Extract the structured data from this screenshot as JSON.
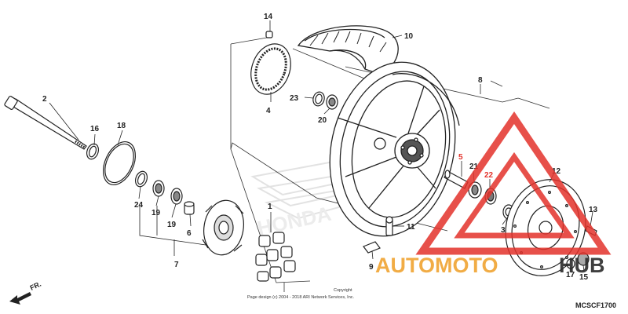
{
  "diagram_code": "MCSCF1700",
  "front_arrow_label": "FR.",
  "copyright": "Page design (c) 2004 - 2018 ARI Network Services, Inc.",
  "copyright_head": "Copyright",
  "watermark": {
    "brand_part1": "AUTOMOTO",
    "brand_part2": "HUB",
    "brand_color": "#f0a431",
    "hub_color": "#2b2b2b",
    "logo_color": "#e3322b"
  },
  "parts": [
    {
      "id": "1",
      "label": "1",
      "highlight": false
    },
    {
      "id": "2",
      "label": "2",
      "highlight": false
    },
    {
      "id": "3",
      "label": "3",
      "highlight": false
    },
    {
      "id": "4",
      "label": "4",
      "highlight": false
    },
    {
      "id": "5",
      "label": "5",
      "highlight": true
    },
    {
      "id": "6",
      "label": "6",
      "highlight": false
    },
    {
      "id": "7",
      "label": "7",
      "highlight": false
    },
    {
      "id": "8",
      "label": "8",
      "highlight": false
    },
    {
      "id": "9",
      "label": "9",
      "highlight": false
    },
    {
      "id": "10",
      "label": "10",
      "highlight": false
    },
    {
      "id": "11",
      "label": "11",
      "highlight": false
    },
    {
      "id": "12",
      "label": "12",
      "highlight": false
    },
    {
      "id": "13",
      "label": "13",
      "highlight": false
    },
    {
      "id": "14",
      "label": "14",
      "highlight": false
    },
    {
      "id": "15",
      "label": "15",
      "highlight": false
    },
    {
      "id": "16",
      "label": "16",
      "highlight": false
    },
    {
      "id": "17",
      "label": "17",
      "highlight": false
    },
    {
      "id": "18",
      "label": "18",
      "highlight": false
    },
    {
      "id": "19a",
      "label": "19",
      "highlight": false
    },
    {
      "id": "19b",
      "label": "19",
      "highlight": false
    },
    {
      "id": "20",
      "label": "20",
      "highlight": false
    },
    {
      "id": "21",
      "label": "21",
      "highlight": false
    },
    {
      "id": "22",
      "label": "22",
      "highlight": true
    },
    {
      "id": "23",
      "label": "23",
      "highlight": false
    },
    {
      "id": "24",
      "label": "24",
      "highlight": false
    }
  ]
}
